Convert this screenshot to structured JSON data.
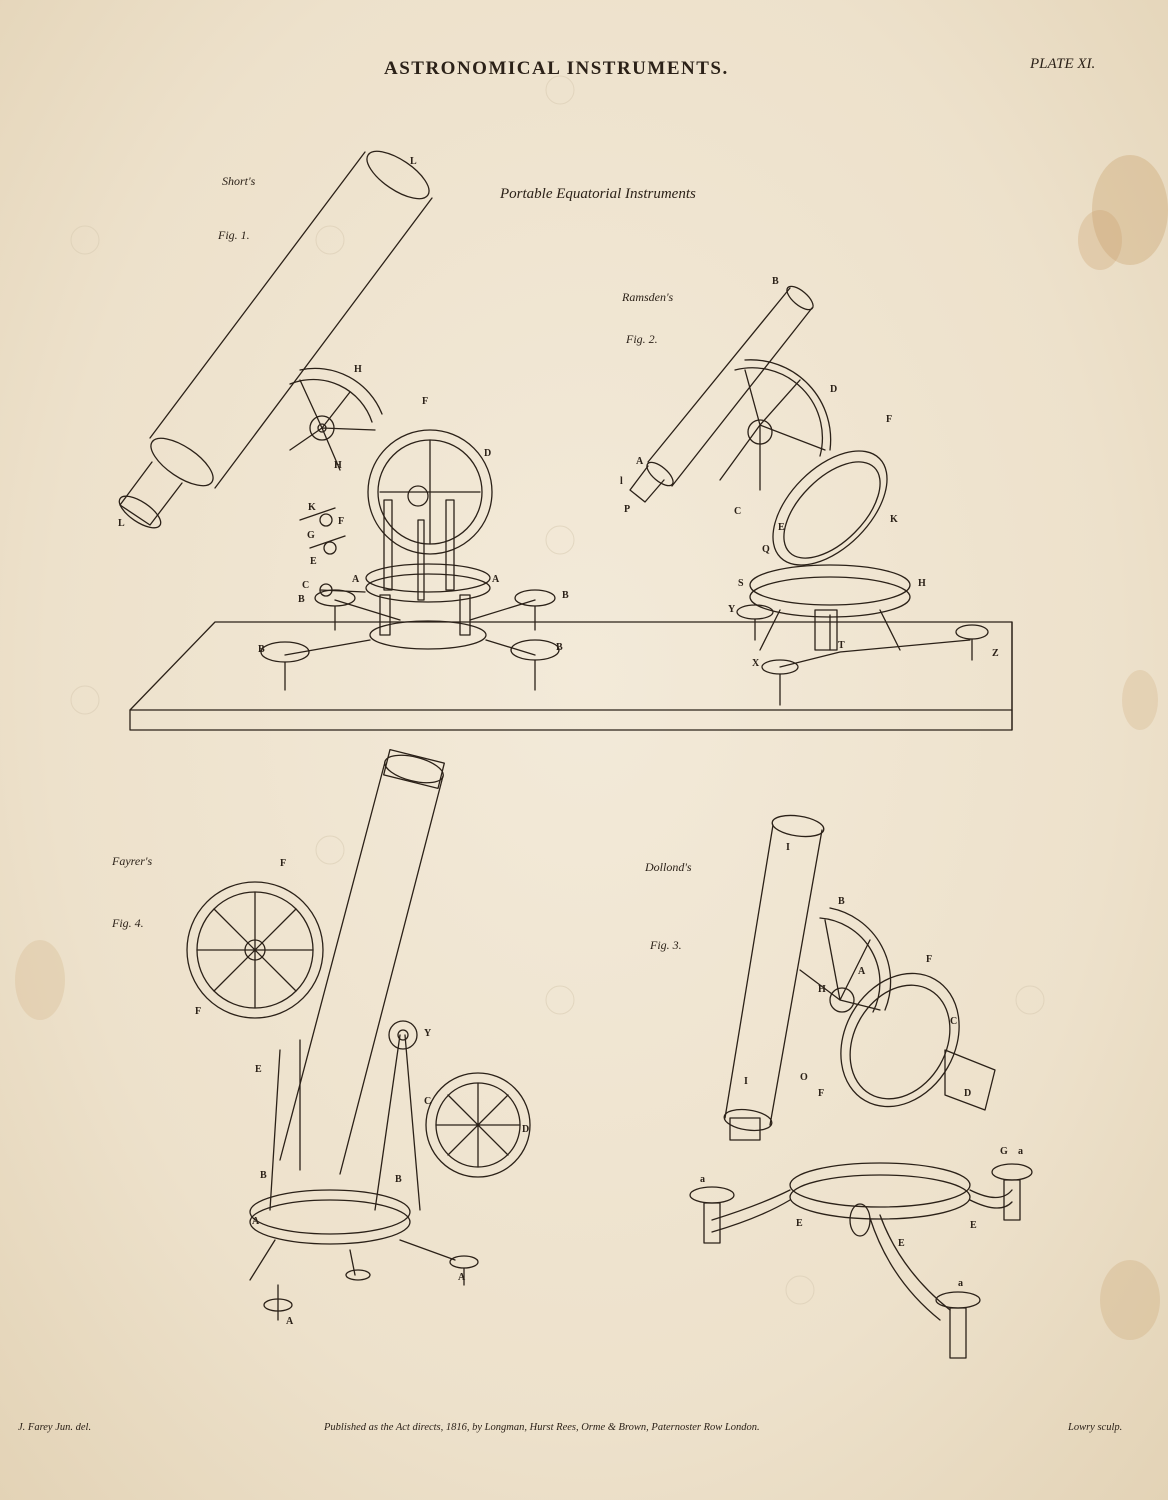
{
  "plate": {
    "title": "ASTRONOMICAL INSTRUMENTS.",
    "plate_number": "PLATE XI.",
    "subtitle": "Portable Equatorial Instruments"
  },
  "figures": [
    {
      "maker": "Short's",
      "fig": "Fig. 1."
    },
    {
      "maker": "Ramsden's",
      "fig": "Fig. 2."
    },
    {
      "maker": "Fayrer's",
      "fig": "Fig. 4."
    },
    {
      "maker": "Dollond's",
      "fig": "Fig. 3."
    }
  ],
  "footer": {
    "left": "J. Farey Jun. del.",
    "center": "Published as the Act directs, 1816, by Longman, Hurst Rees, Orme & Brown, Paternoster Row London.",
    "right": "Lowry sculp."
  },
  "colors": {
    "paper": "#efe4d0",
    "ink": "#2b2118",
    "foxing": "#c9a06a"
  }
}
